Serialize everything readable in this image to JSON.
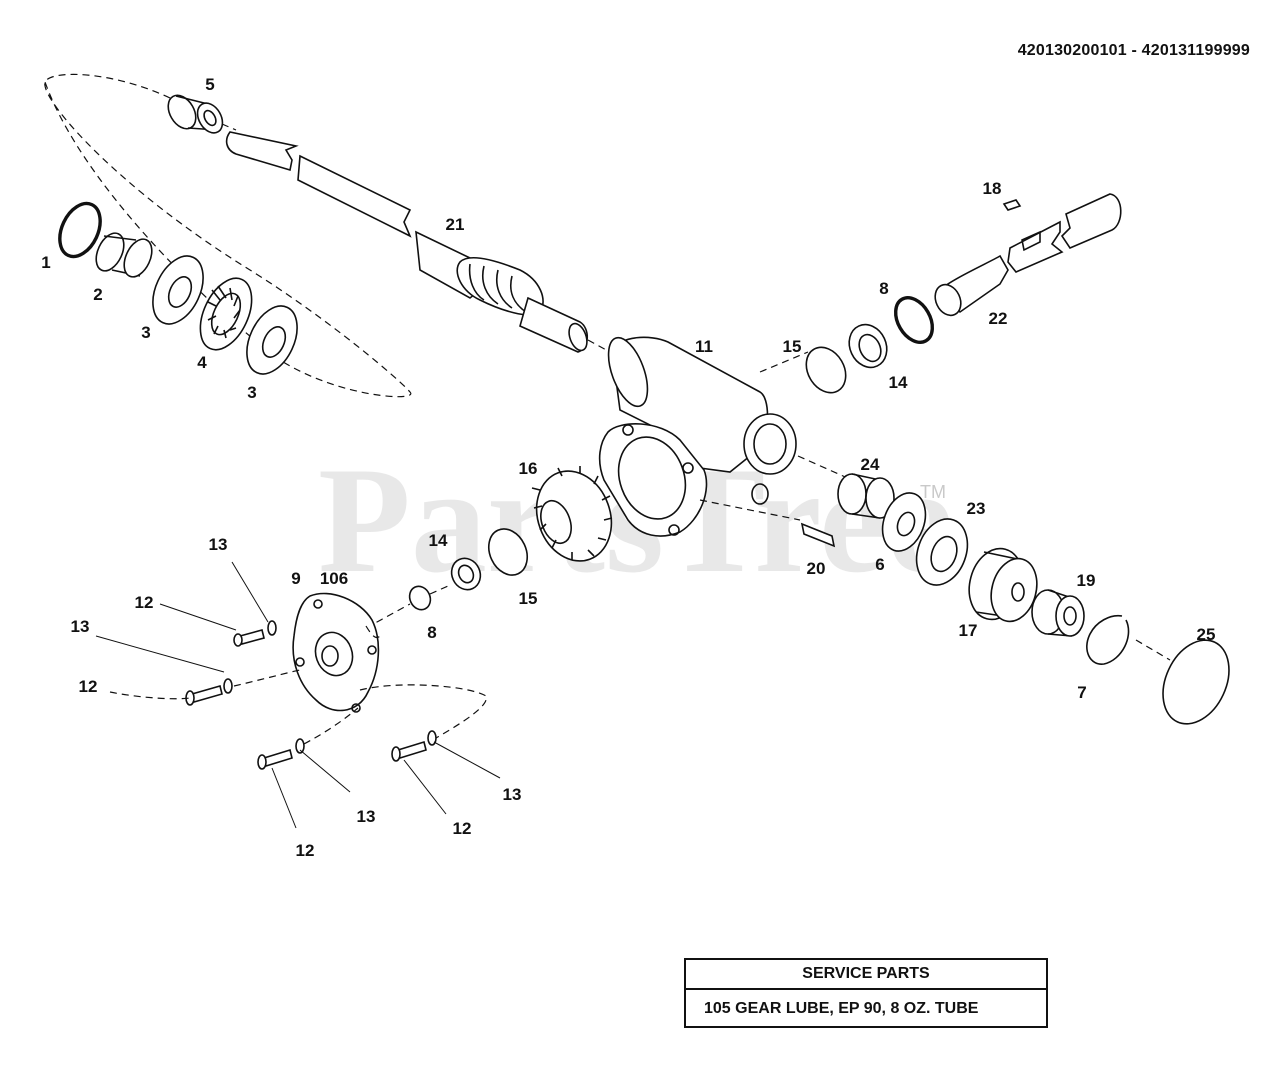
{
  "header": {
    "serial_range": "420130200101 - 420131199999"
  },
  "watermark": {
    "text": "PartsTree",
    "trademark": "TM"
  },
  "callouts": [
    {
      "id": "c5",
      "label": "5"
    },
    {
      "id": "c1",
      "label": "1"
    },
    {
      "id": "c2",
      "label": "2"
    },
    {
      "id": "c3a",
      "label": "3"
    },
    {
      "id": "c4",
      "label": "4"
    },
    {
      "id": "c3b",
      "label": "3"
    },
    {
      "id": "c21",
      "label": "21"
    },
    {
      "id": "c11",
      "label": "11"
    },
    {
      "id": "c18",
      "label": "18"
    },
    {
      "id": "c8a",
      "label": "8"
    },
    {
      "id": "c22",
      "label": "22"
    },
    {
      "id": "c15a",
      "label": "15"
    },
    {
      "id": "c14a",
      "label": "14"
    },
    {
      "id": "c16",
      "label": "16"
    },
    {
      "id": "c24",
      "label": "24"
    },
    {
      "id": "c23",
      "label": "23"
    },
    {
      "id": "c6",
      "label": "6"
    },
    {
      "id": "c20",
      "label": "20"
    },
    {
      "id": "c19",
      "label": "19"
    },
    {
      "id": "c17",
      "label": "17"
    },
    {
      "id": "c25",
      "label": "25"
    },
    {
      "id": "c7",
      "label": "7"
    },
    {
      "id": "c14b",
      "label": "14"
    },
    {
      "id": "c15b",
      "label": "15"
    },
    {
      "id": "c8b",
      "label": "8"
    },
    {
      "id": "c9",
      "label": "9"
    },
    {
      "id": "c106",
      "label": "106"
    },
    {
      "id": "c13a",
      "label": "13"
    },
    {
      "id": "c12a",
      "label": "12"
    },
    {
      "id": "c13b",
      "label": "13"
    },
    {
      "id": "c12b",
      "label": "12"
    },
    {
      "id": "c13c",
      "label": "13"
    },
    {
      "id": "c12c",
      "label": "12"
    },
    {
      "id": "c13d",
      "label": "13"
    },
    {
      "id": "c12d",
      "label": "12"
    }
  ],
  "service_parts": {
    "title": "SERVICE PARTS",
    "rows": [
      {
        "text": "105 GEAR LUBE, EP 90, 8 OZ. TUBE"
      }
    ]
  }
}
